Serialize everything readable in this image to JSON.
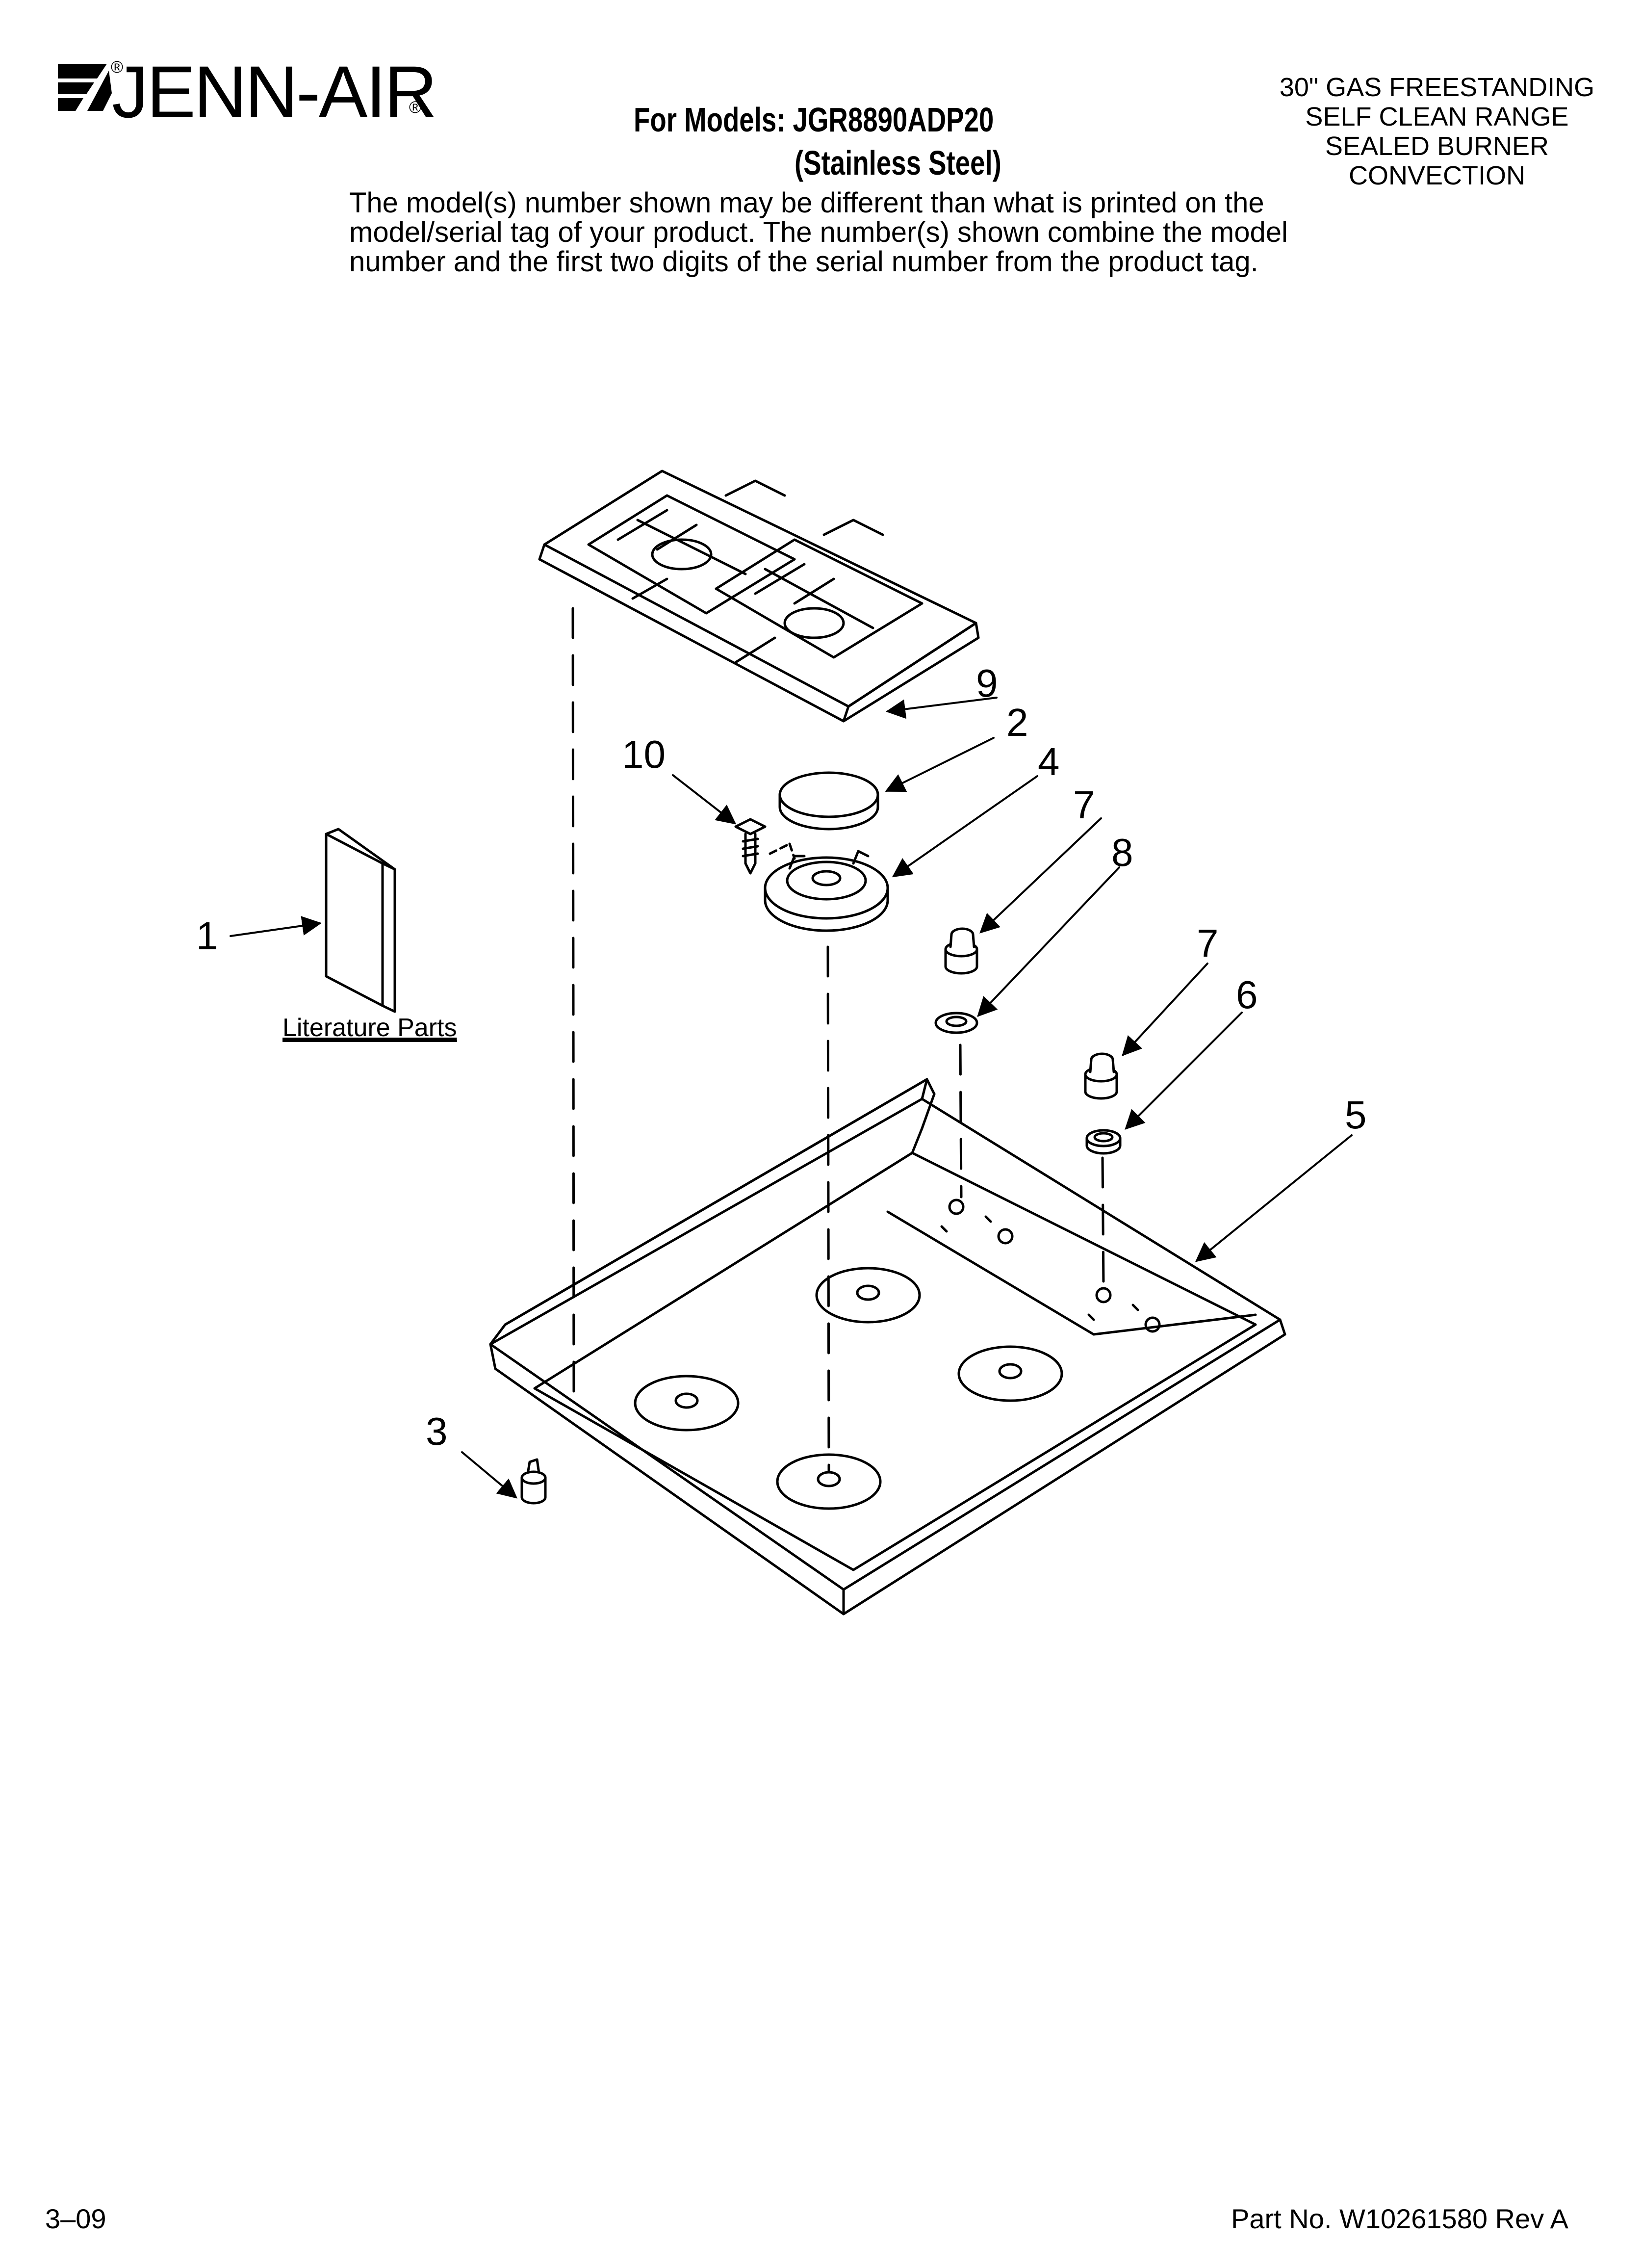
{
  "header": {
    "brand": "JENN-AIR",
    "brand_registered": "®",
    "brand_dot": "®",
    "models_title": "For Models: JGR8890ADP20",
    "models_finish": "(Stainless Steel)",
    "product_description": [
      "30\" GAS FREESTANDING",
      "SELF CLEAN RANGE",
      "SEALED BURNER",
      "CONVECTION"
    ],
    "notice": [
      "The model(s) number shown may be different than what is printed on the",
      "model/serial tag of your product. The number(s) shown combine the model",
      "number and the first two digits of the serial number from the product tag."
    ]
  },
  "diagram": {
    "literature_label": "Literature Parts",
    "callouts": [
      "1",
      "2",
      "3",
      "4",
      "5",
      "6",
      "7",
      "7",
      "8",
      "9",
      "10"
    ]
  },
  "footer": {
    "date_code": "3–09",
    "part_number": "Part No. W10261580 Rev A"
  }
}
